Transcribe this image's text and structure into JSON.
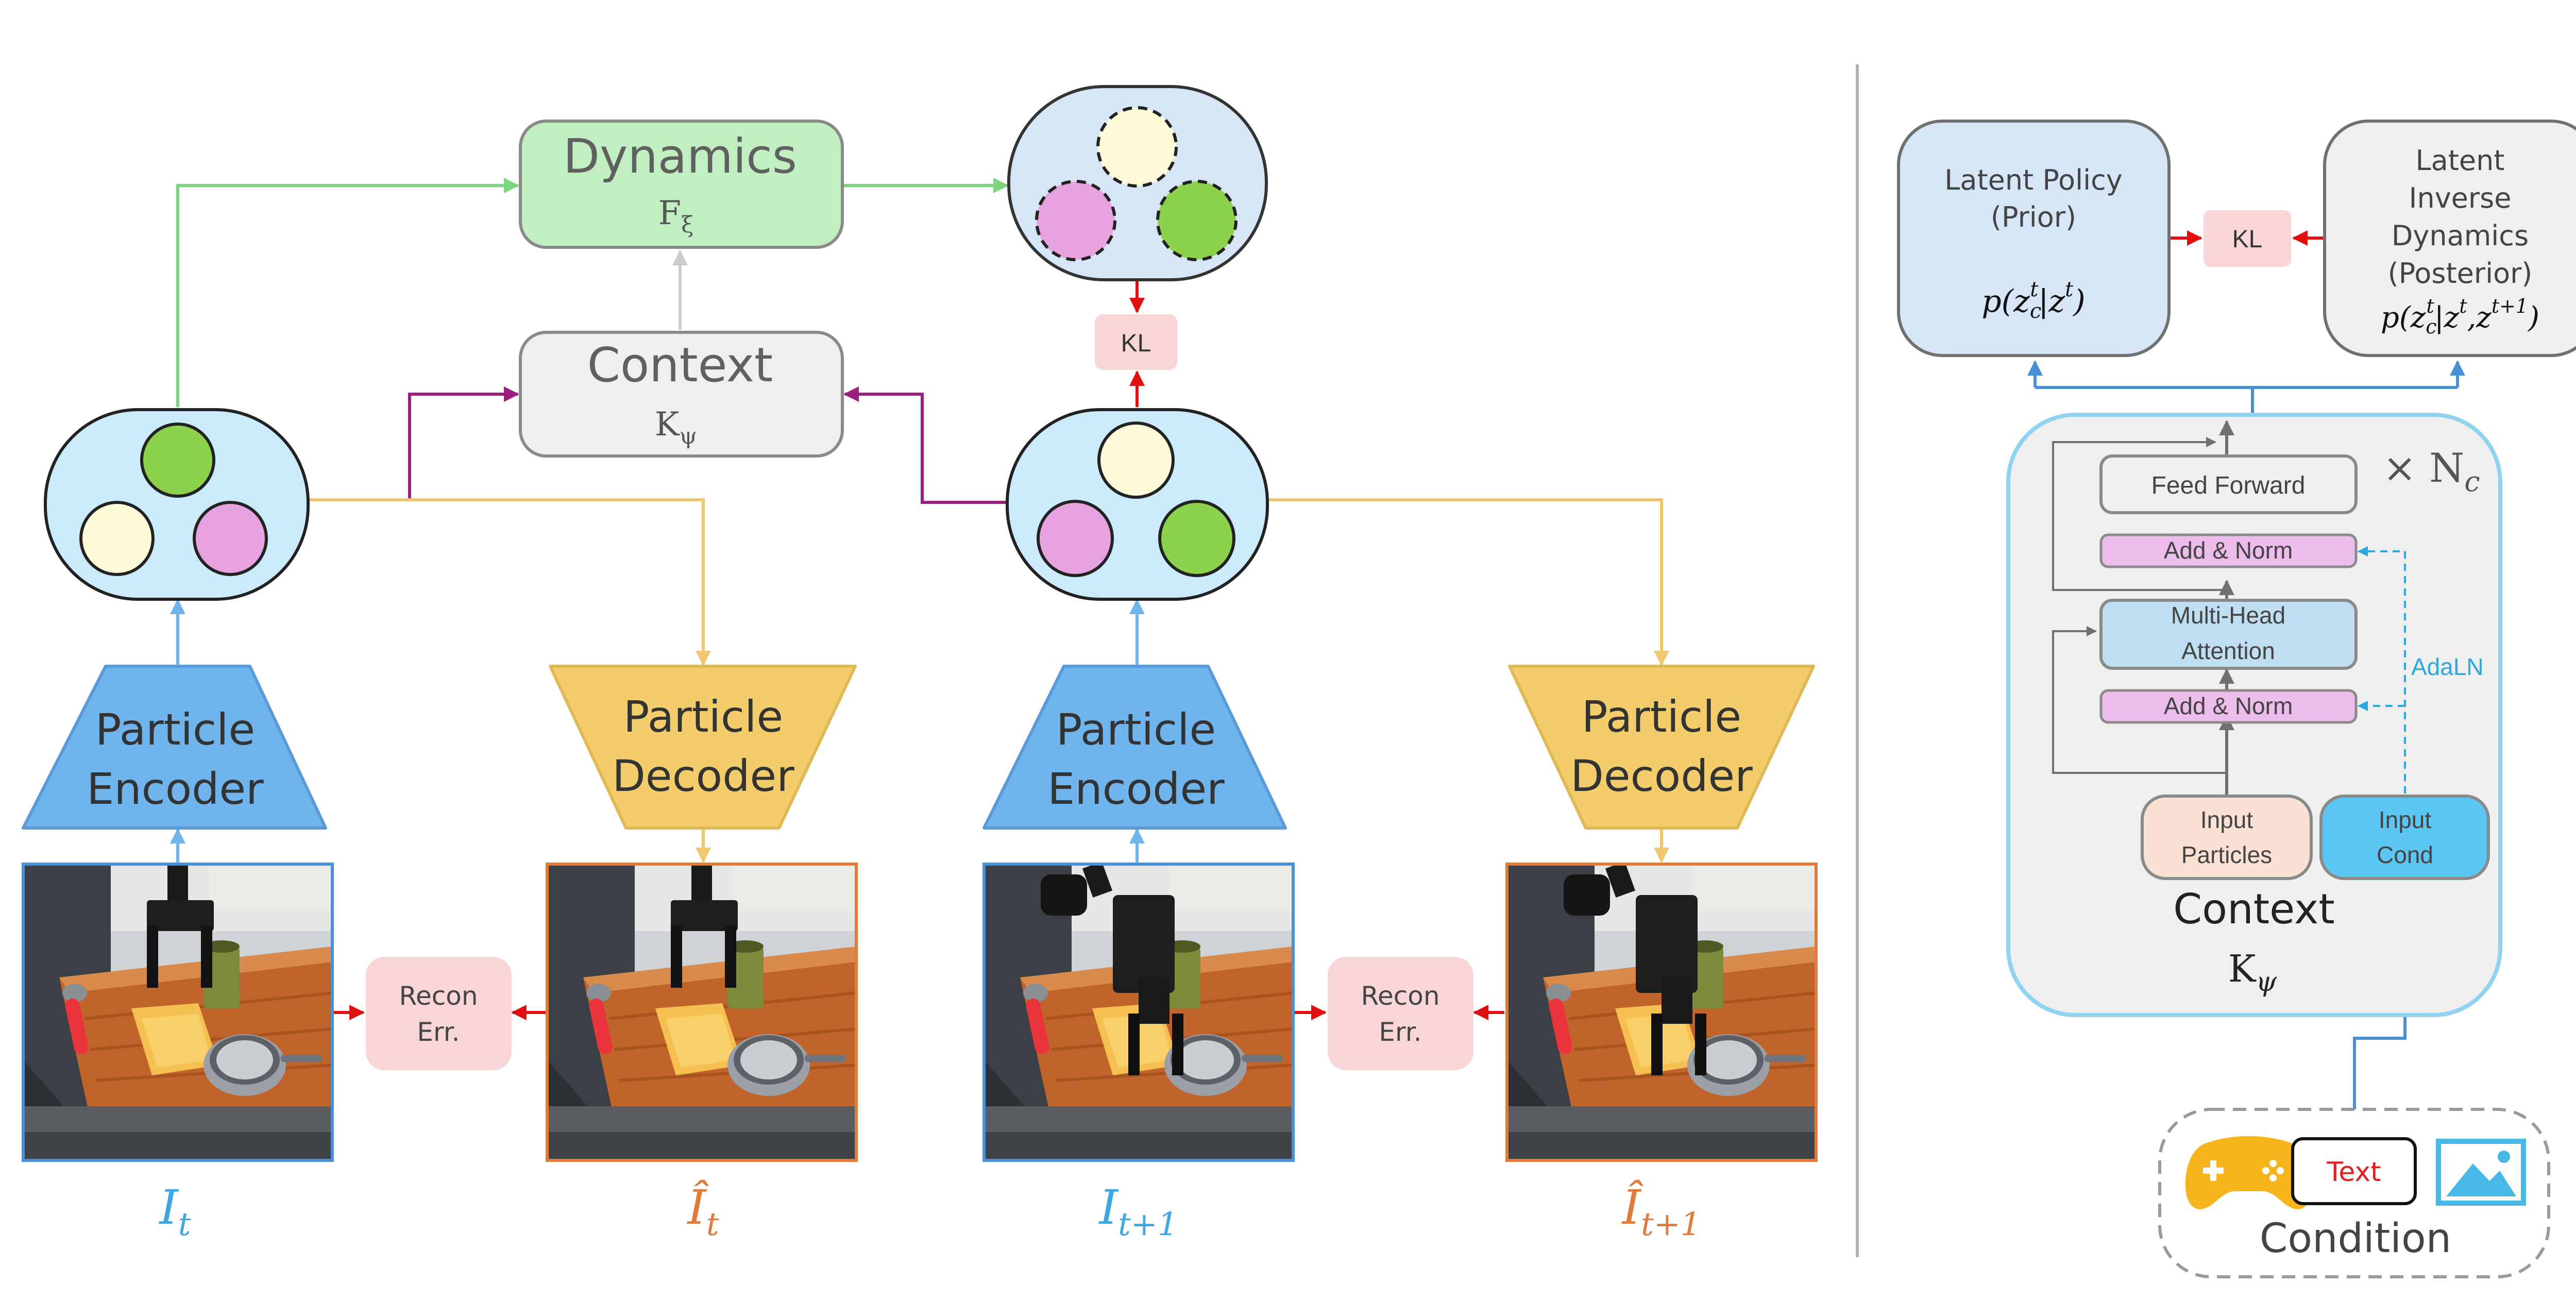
{
  "colors": {
    "green_arrow": "#7dd67d",
    "purple_arrow": "#9b1f7f",
    "orange_arrow": "#f2c66e",
    "red_arrow": "#e01010",
    "blue_arrow": "#4a90d9",
    "gray_arrow": "#cccccc",
    "dynamics_fill": "#c2efc2",
    "context_fill": "#efefef",
    "kl_fill": "#f8d6d8",
    "encoder_fill": "#6fb4ec",
    "decoder_fill": "#f3cd6b",
    "particle_group_fill": "#cbebfb",
    "predicted_group_fill": "#d7e6f6",
    "particle_yellow": "#fdfbd7",
    "particle_green": "#8cd24c",
    "particle_pink": "#e7a2e0",
    "label_blue": "#3ea6e0",
    "label_orange": "#e07b39"
  },
  "left": {
    "dynamics": {
      "title": "Dynamics",
      "symbol": "F",
      "subscript": "ξ"
    },
    "context": {
      "title": "Context",
      "symbol": "K",
      "subscript": "ψ"
    },
    "kl": "KL",
    "encoder_1": {
      "line1": "Particle",
      "line2": "Encoder"
    },
    "decoder_1": {
      "line1": "Particle",
      "line2": "Decoder"
    },
    "encoder_2": {
      "line1": "Particle",
      "line2": "Encoder"
    },
    "decoder_2": {
      "line1": "Particle",
      "line2": "Decoder"
    },
    "recon_1": {
      "line1": "Recon",
      "line2": "Err."
    },
    "recon_2": {
      "line1": "Recon",
      "line2": "Err."
    },
    "labels": {
      "i_t": {
        "base": "I",
        "sub": "t"
      },
      "i_hat_t": {
        "base": "Î",
        "sub": "t"
      },
      "i_t1": {
        "base": "I",
        "sub": "t+1"
      },
      "i_hat_t1": {
        "base": "Î",
        "sub": "t+1"
      }
    }
  },
  "right": {
    "latent_policy": {
      "line1": "Latent Policy",
      "line2": "(Prior)",
      "formula": "p(z_c^t | z^t)",
      "f_p": "p(",
      "f_z": "z",
      "f_sub_c": "c",
      "f_sup_t": "t",
      "f_bar": "|",
      "f_z2": "z",
      "f_sup_t2": "t",
      "f_close": ")"
    },
    "kl": "KL",
    "latent_inverse": {
      "line1": "Latent",
      "line2": "Inverse",
      "line3": "Dynamics",
      "line4": "(Posterior)",
      "formula": "p(z_c^t | z^t, z^{t+1})",
      "f_p": "p(",
      "f_z": "z",
      "f_sub_c": "c",
      "f_sup_t": "t",
      "f_bar": "|",
      "f_z2": "z",
      "f_sup_t2": "t",
      "f_comma": ",",
      "f_z3": "z",
      "f_sup_t3": "t+1",
      "f_close": ")"
    },
    "block": {
      "feed_forward": "Feed Forward",
      "add_norm_top": "Add & Norm",
      "mha_line1": "Multi-Head",
      "mha_line2": "Attention",
      "add_norm_bottom": "Add & Norm",
      "repeat": "× N",
      "repeat_sub": "c",
      "adaln": "AdaLN",
      "input_particles_line1": "Input",
      "input_particles_line2": "Particles",
      "input_cond_line1": "Input",
      "input_cond_line2": "Cond",
      "context_title": "Context",
      "context_symbol": "K",
      "context_sub": "ψ"
    },
    "condition": {
      "text_badge": "Text",
      "label": "Condition",
      "gamepad_icon": "gamepad-icon",
      "image_icon": "image-icon"
    }
  }
}
